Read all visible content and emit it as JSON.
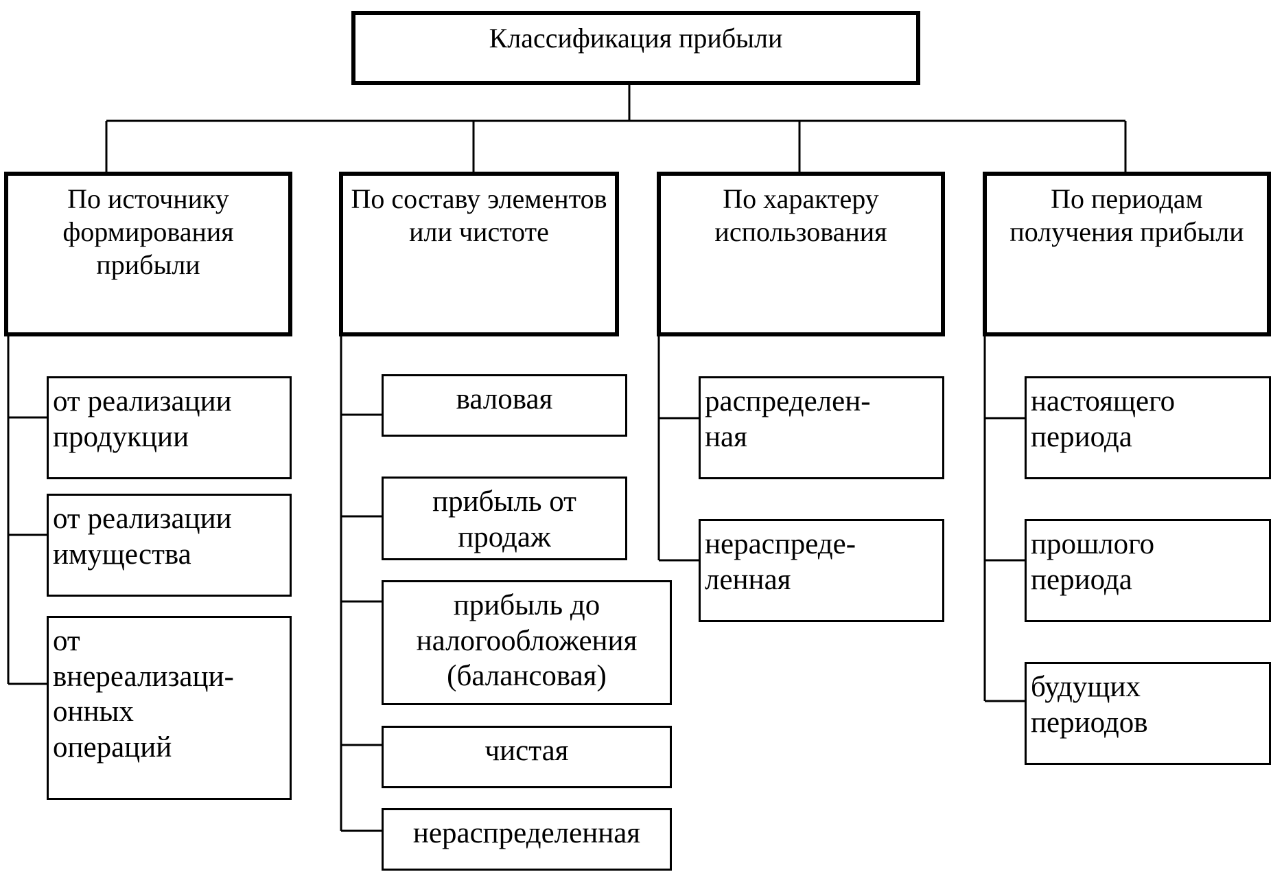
{
  "title": "Классификация прибыли",
  "categories": [
    {
      "label": "По источнику формирования прибыли",
      "items": [
        "от реализации продукции",
        "от реализации имущества",
        "от внереализаци-онных операций"
      ]
    },
    {
      "label": "По составу элементов или чистоте",
      "items": [
        "валовая",
        "прибыль от продаж",
        "прибыль до налогообложения (балансовая)",
        "чистая",
        "нераспределенная"
      ]
    },
    {
      "label": "По характеру использования",
      "items": [
        "распределен-ная",
        "нераспреде-ленная"
      ]
    },
    {
      "label": "По периодам получения прибыли",
      "items": [
        "настоящего периода",
        "прошлого периода",
        "будущих периодов"
      ]
    }
  ]
}
